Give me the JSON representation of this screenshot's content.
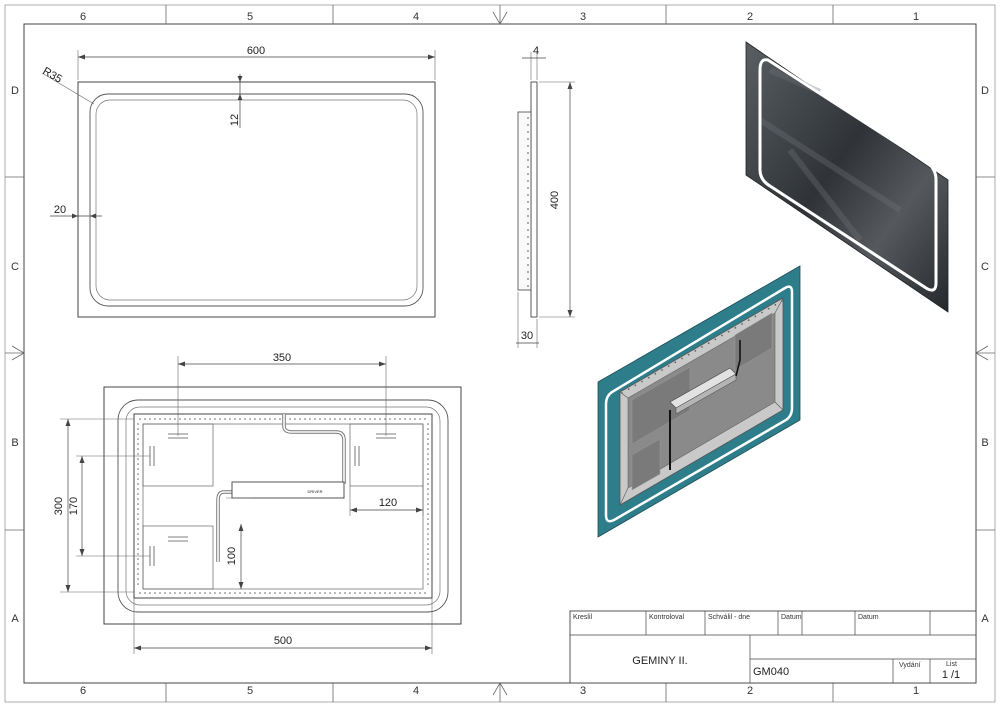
{
  "zones": {
    "columns": [
      "6",
      "5",
      "4",
      "3",
      "2",
      "1"
    ],
    "rows": [
      "D",
      "C",
      "B",
      "A"
    ]
  },
  "dims": {
    "front_width": "600",
    "front_radius": "R35",
    "front_top_inset": "12",
    "front_side_inset": "20",
    "side_thickness": "4",
    "side_height": "400",
    "side_depth": "30",
    "back_spacing": "350",
    "back_height": "300",
    "back_inner_height": "170",
    "back_right": "120",
    "back_cable": "100",
    "back_width": "500"
  },
  "driver_label": "DRIVER",
  "title_block": {
    "drawn_by": "Kreslil",
    "checked_by": "Kontroloval",
    "approved_date": "Schválil - dne",
    "date_1": "Datum",
    "date_2": "Datum",
    "product_name": "GEMINY II.",
    "product_code": "GM040",
    "edition": "Vydání",
    "sheet_label": "List",
    "sheet_value": "1 /1"
  },
  "colors": {
    "mirror_dark": "#3b3f43",
    "back_panel": "#2e7d8a",
    "frame": "#bfbfbf",
    "led": "#ffffff"
  }
}
